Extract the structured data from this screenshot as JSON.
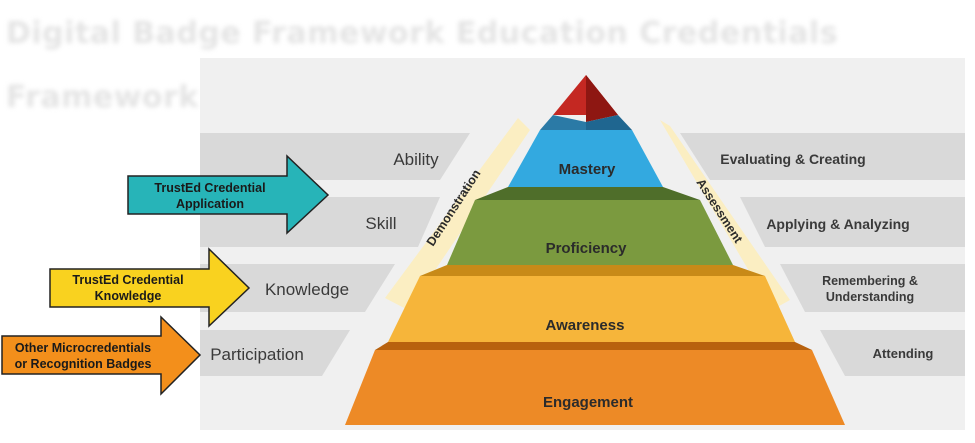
{
  "background_title": {
    "line1": "Digital Badge Framework Education Credentials",
    "line2": "Framework"
  },
  "levels": [
    "Ability",
    "Skill",
    "Knowledge",
    "Participation"
  ],
  "bloom": {
    "evaluating": "Evaluating & Creating",
    "applying": "Applying & Analyzing",
    "remembering_1": "Remembering &",
    "remembering_2": "Understanding",
    "attending": "Attending"
  },
  "pyramid_tiers": [
    "Mastery",
    "Proficiency",
    "Awareness",
    "Engagement"
  ],
  "bands": {
    "left": "Demonstration",
    "right": "Assessment"
  },
  "arrows": {
    "teal_1": "TrustEd Credential",
    "teal_2": "Application",
    "yellow_1": "TrustEd Credential",
    "yellow_2": "Knowledge",
    "orange_1": "Other Microcredentials",
    "orange_2": "or Recognition Badges"
  },
  "colors": {
    "panel": "#efefef",
    "row": "#d9d9d9",
    "apex": "#b41f1a",
    "mastery": "#33a9e0",
    "proficiency": "#7b9a3f",
    "awareness": "#f6b53a",
    "engagement": "#ed8a26",
    "band": "#fbeec2",
    "arrow_teal": "#27b4b8",
    "arrow_yellow": "#f9d21f",
    "arrow_orange": "#f38f1b"
  }
}
